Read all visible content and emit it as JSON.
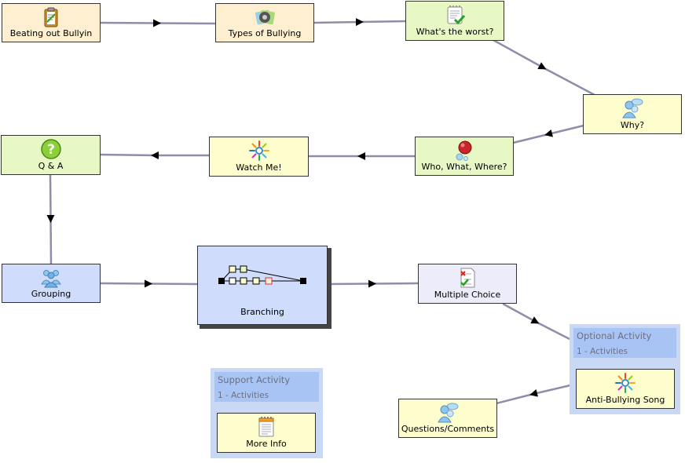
{
  "activities": {
    "beating_out_bullying": "Beating out Bullyin",
    "types_of_bullying": "Types of Bullying",
    "whats_the_worst": "What's the worst?",
    "why": "Why?",
    "who_what_where": "Who, What, Where?",
    "watch_me": "Watch Me!",
    "q_and_a": "Q & A",
    "grouping": "Grouping",
    "branching": "Branching",
    "multiple_choice": "Multiple Choice",
    "questions_comments": "Questions/Comments",
    "anti_bullying_song": "Anti-Bullying Song",
    "more_info": "More Info"
  },
  "optional_activity": {
    "title": "Optional Activity",
    "subtitle": "1 - Activities"
  },
  "support_activity": {
    "title": "Support Activity",
    "subtitle": "1 - Activities"
  },
  "colors": {
    "orange": "#fdefcf",
    "green": "#e8f8c4",
    "yellow": "#fdfdcd",
    "blue": "#cfdcfb",
    "lavender": "#ececfa",
    "edge": "#8e8ea8",
    "container": "#c8d8f5"
  }
}
